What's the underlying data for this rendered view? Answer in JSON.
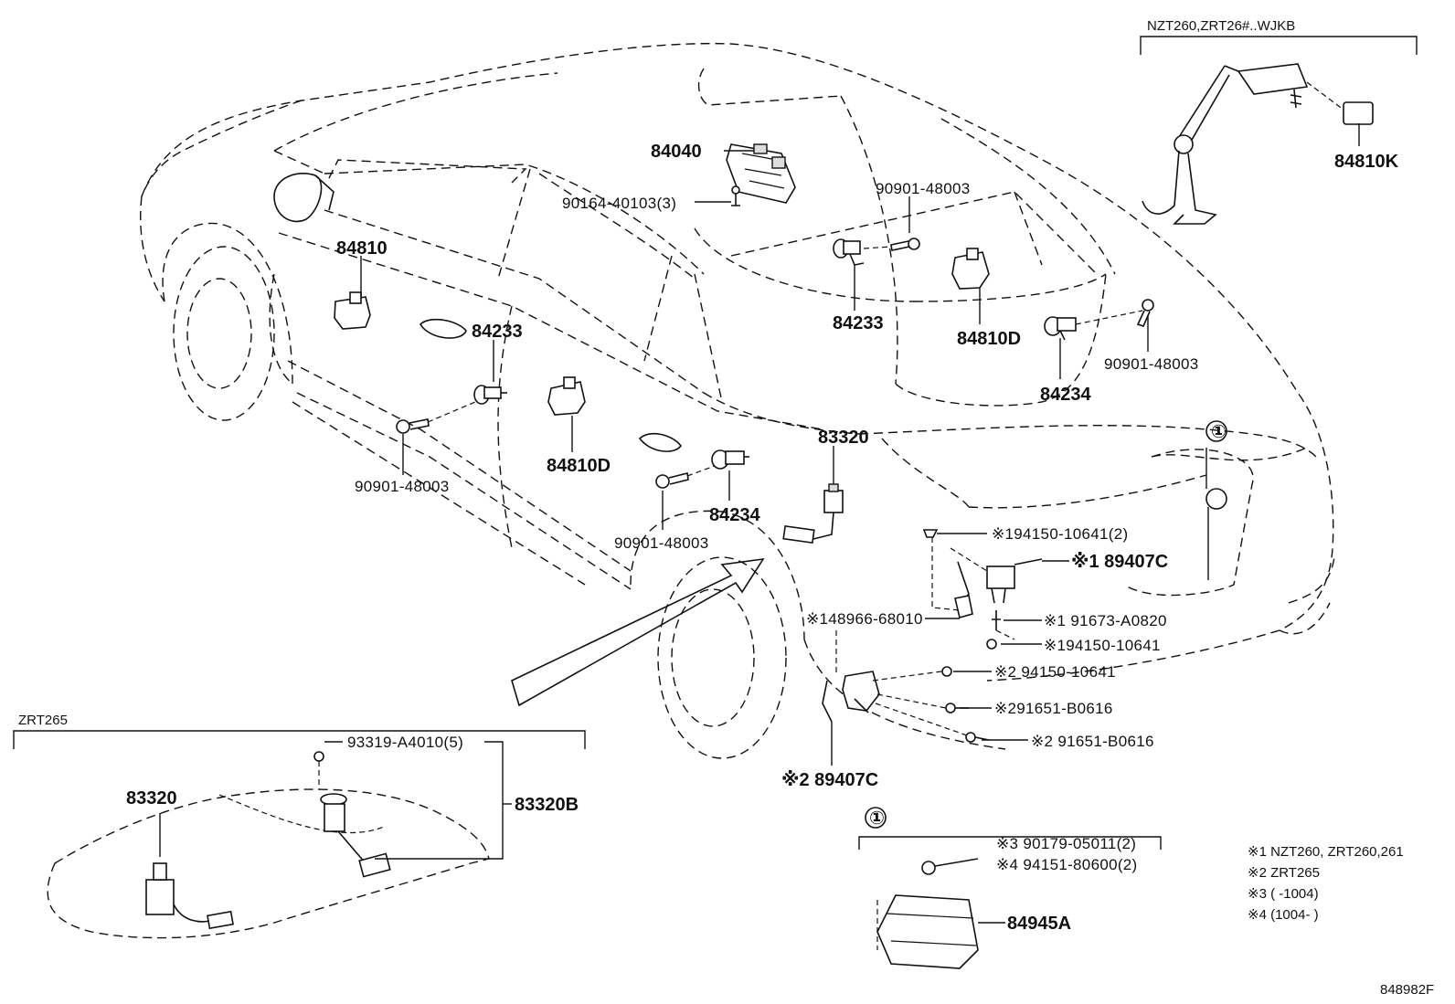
{
  "diagram_code": "848982F",
  "inset_top_right": {
    "title": "NZT260,ZRT26#..WJKB",
    "part": "84810K"
  },
  "inset_bottom_left": {
    "title": "ZRT265",
    "part_fuel_unit": "83320",
    "part_bolt": "93319-A4010(5)",
    "part_pump": "83320B"
  },
  "inset_bottom_center": {
    "marker": "①",
    "part_clip1": "※3 90179-05011(2)",
    "part_clip2": "※4 94151-80600(2)",
    "part_camera": "84945A"
  },
  "main_marker": "①",
  "parts": {
    "p84040": "84040",
    "p90164": "90164-40103(3)",
    "p90901_top": "90901-48003",
    "p84810": "84810",
    "p84233_left": "84233",
    "p84233_right": "84233",
    "p84810D_left": "84810D",
    "p84810D_right": "84810D",
    "p90901_left": "90901-48003",
    "p84234_right": "84234",
    "p90901_right": "90901-48003",
    "p83320": "83320",
    "p84234_center": "84234",
    "p90901_center": "90901-48003",
    "p94150_a": "※194150-10641(2)",
    "p89407C_a": "※1 89407C",
    "p48966": "※148966-68010",
    "p91673": "※1 91673-A0820",
    "p94150_b": "※194150-10641",
    "p94150_c": "※2 94150-10641",
    "p91651_a": "※291651-B0616",
    "p91651_b": "※2 91651-B0616",
    "p89407C_b": "※2 89407C"
  },
  "legend": [
    "※1 NZT260, ZRT260,261",
    "※2 ZRT265",
    "※3 (      -1004)",
    "※4 (1004-      )"
  ]
}
